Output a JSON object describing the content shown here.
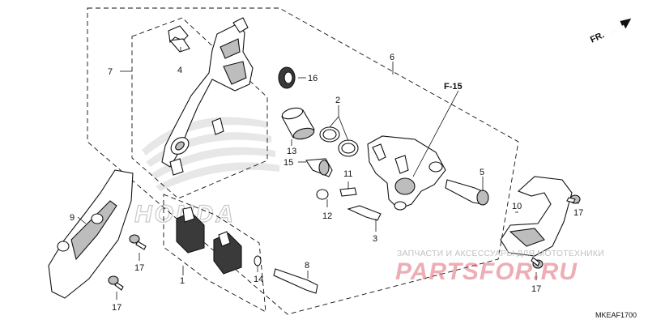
{
  "diagram": {
    "direction_label": "FR.",
    "ref_label": "F-15",
    "diagram_code": "MKEAF1700",
    "callouts": [
      "1",
      "2",
      "3",
      "4",
      "5",
      "6",
      "7",
      "8",
      "9",
      "10",
      "11",
      "12",
      "13",
      "14",
      "15",
      "16",
      "17"
    ],
    "callout_17_extra": [
      "17",
      "17",
      "17",
      "17"
    ]
  },
  "watermarks": {
    "shop_caption": "ЗАПЧАСТИ И АКСЕССУАРЫ ДЛЯ МОТОТЕХНИКИ",
    "shop_brand": "PARTSFOR.RU",
    "maker_logo": "HONDA"
  },
  "colors": {
    "ink": "#111111",
    "brand_watermark": "#d94a5c"
  }
}
